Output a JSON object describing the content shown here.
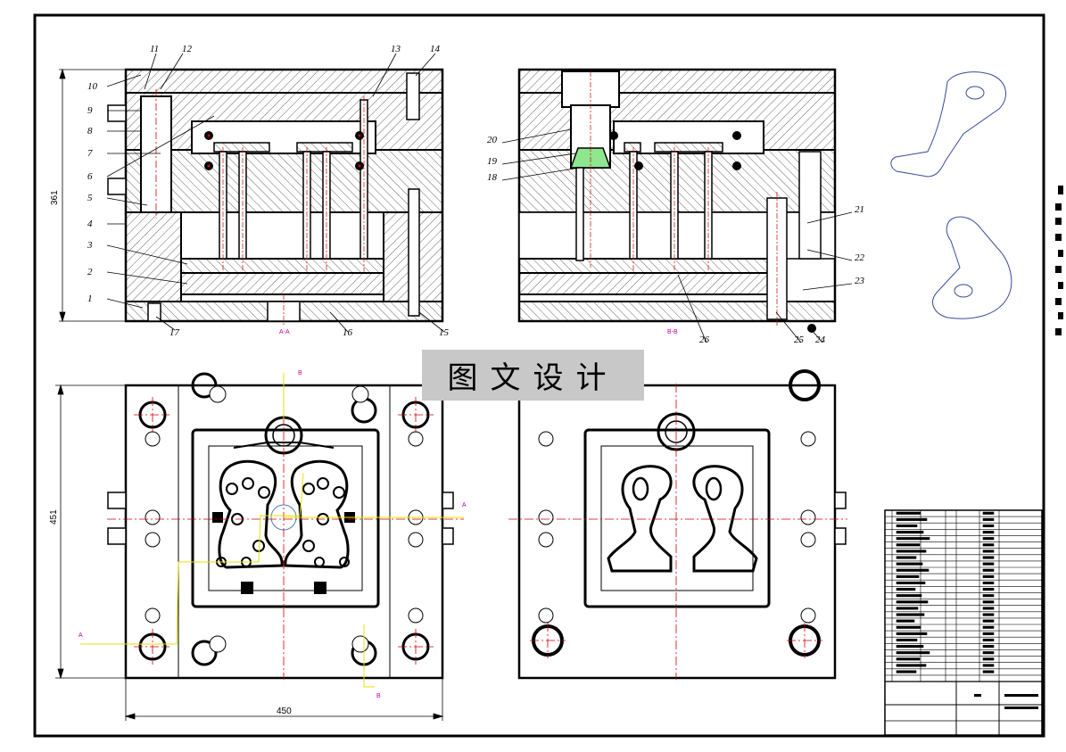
{
  "watermark": "图文设计",
  "colors": {
    "line": "#000000",
    "center": "#d00000",
    "cyan": "#00a0c0",
    "section": "#c000a0",
    "yellow": "#e8e000",
    "insert": "#8ee68e",
    "watermark_bg": "#c8c8c8"
  },
  "views": {
    "section_aa": {
      "caption": "A-A",
      "part_numbers_left": [
        "10",
        "9",
        "8",
        "7",
        "6",
        "5",
        "4",
        "3",
        "2",
        "1"
      ],
      "part_numbers_top": [
        "11",
        "12",
        "13",
        "14"
      ],
      "part_numbers_bottom": [
        "17",
        "16",
        "15"
      ]
    },
    "section_bb": {
      "caption": "B-B",
      "part_numbers_left": [
        "20",
        "19",
        "18"
      ],
      "part_numbers_right": [
        "21",
        "22",
        "23"
      ],
      "part_numbers_bottom": [
        "26",
        "25",
        "24"
      ]
    },
    "plan_views": {
      "section_marks": [
        "A",
        "B"
      ]
    }
  },
  "dimensions": {
    "height_section": "361",
    "height_plan": "451",
    "width_plan": "450"
  },
  "title_block": {
    "rows": 27
  }
}
